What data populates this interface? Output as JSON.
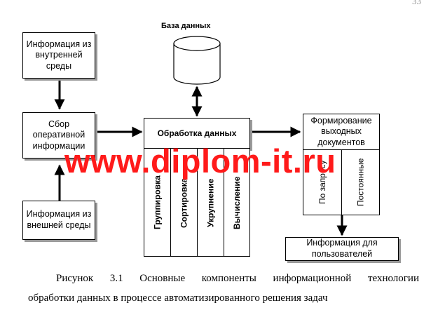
{
  "page_number": "33",
  "diagram": {
    "database_label": "База данных",
    "internal_info": "Информация из внутренней среды",
    "collect_info": "Сбор оперативной информации",
    "external_info": "Информация из внешней среды",
    "processing_title": "Обработка данных",
    "processing_items": [
      "Группировка",
      "Сортировка",
      "Укрупнение",
      "Вычисление"
    ],
    "output_title": "Формирование выходных документов",
    "output_items": [
      "По запросу",
      "Постоянные"
    ],
    "user_info": "Информация для пользователей"
  },
  "watermark": "www.diplom-it.ru",
  "caption": {
    "line1": "Рисунок 3.1 Основные компоненты информационной технологии",
    "line2": "обработки данных в процессе автоматизированного решения задач"
  }
}
